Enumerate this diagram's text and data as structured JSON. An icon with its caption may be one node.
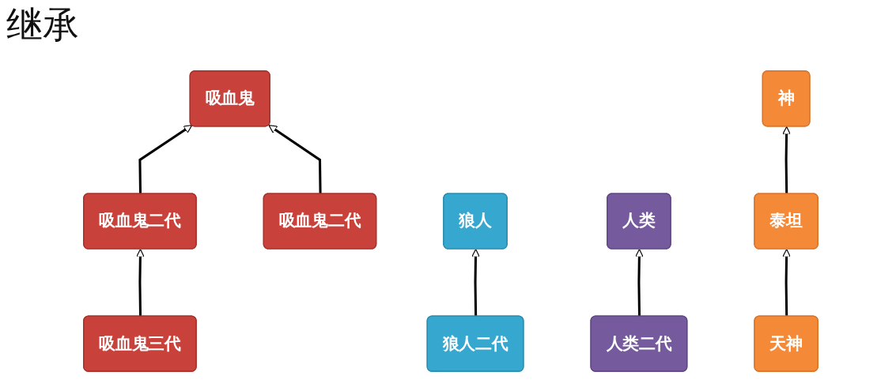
{
  "diagram": {
    "title": "继承",
    "nodes": [
      {
        "text": [
          "吸血鬼"
        ]
      },
      {
        "text": [
          "狼人"
        ]
      },
      {
        "text": [
          "人类"
        ]
      },
      {
        "text": [
          "神"
        ]
      },
      {
        "text": [
          "吸血鬼二代"
        ]
      },
      {
        "text": [
          "吸血鬼二代"
        ]
      },
      {
        "text": [
          "狼人二代"
        ]
      },
      {
        "text": [
          "人类二代"
        ]
      },
      {
        "text": [
          "泰坦"
        ]
      },
      {
        "text": [
          "吸血鬼三代"
        ]
      },
      {
        "text": [
          "天神"
        ]
      }
    ],
    "edges": [
      {
        "from": 4,
        "to": 0,
        "arrow": "to"
      },
      {
        "from": 5,
        "to": 0,
        "arrow": "to"
      },
      {
        "from": 9,
        "to": 4,
        "arrow": "to"
      },
      {
        "from": 6,
        "to": 1,
        "arrow": "to"
      },
      {
        "from": 7,
        "to": 2,
        "arrow": "to"
      },
      {
        "from": 8,
        "to": 3,
        "arrow": "to"
      },
      {
        "from": 10,
        "to": 8,
        "arrow": "to"
      }
    ]
  }
}
